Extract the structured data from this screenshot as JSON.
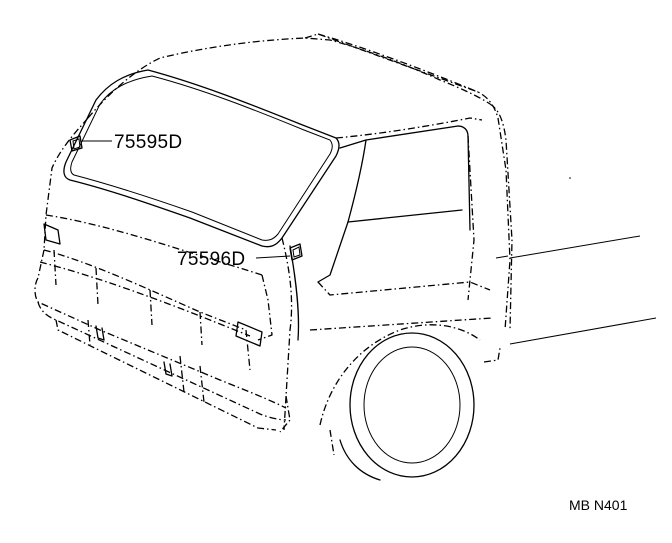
{
  "diagram": {
    "callouts": [
      {
        "id": "roof-marker-lamp",
        "part_number": "75595D"
      },
      {
        "id": "pillar-emblem",
        "part_number": "75596D"
      }
    ],
    "figure_code": "MB N401",
    "colors": {
      "ink": "#000000",
      "paper": "#ffffff"
    }
  }
}
